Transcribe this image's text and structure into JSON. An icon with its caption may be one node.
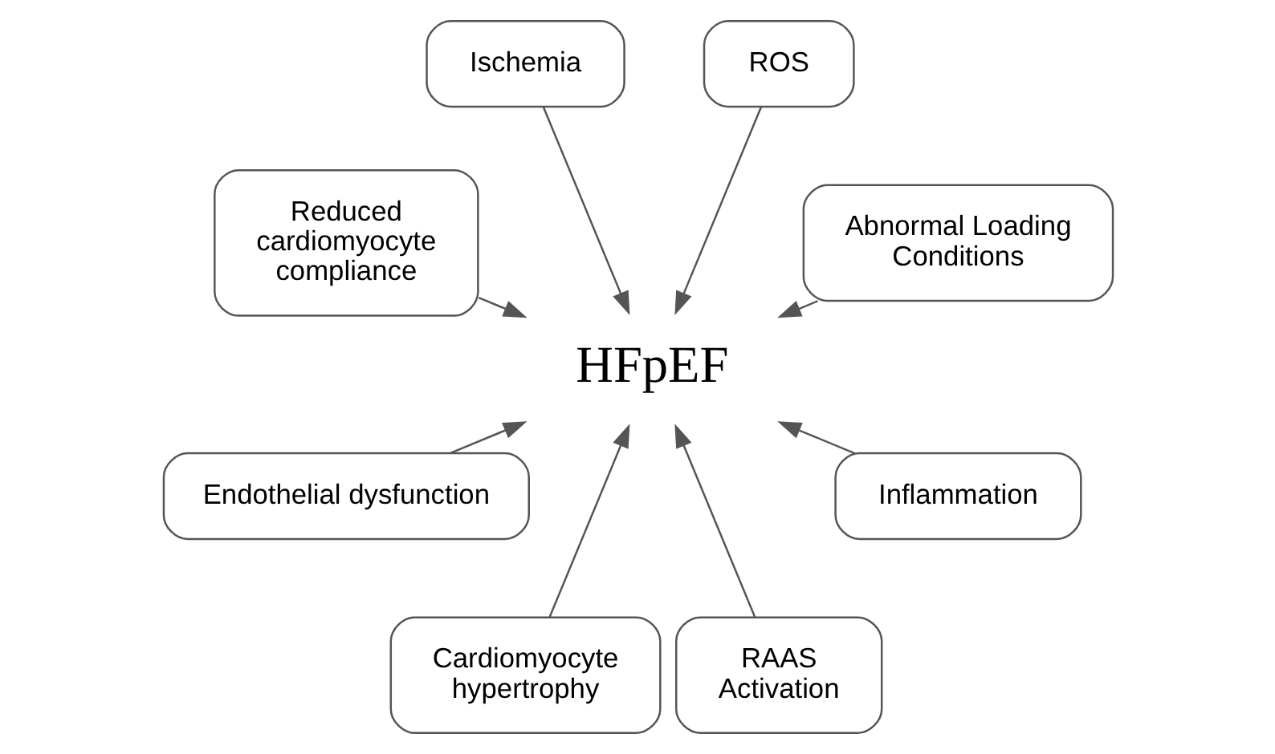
{
  "diagram": {
    "nodes": [
      {
        "text": [
          "Abnormal Loading Conditions"
        ]
      },
      {
        "text": [
          "ROS"
        ]
      },
      {
        "text": [
          "Ischemia"
        ]
      },
      {
        "text": [
          "Reduced cardiomyocyte compliance"
        ]
      },
      {
        "text": [
          "HFpEF"
        ]
      },
      {
        "text": [
          "Endothelial dysfunction"
        ]
      },
      {
        "text": [
          "Cardiomyocyte hypertrophy"
        ]
      },
      {
        "text": [
          "RAAS Activation"
        ]
      },
      {
        "text": [
          "Inflammation"
        ]
      }
    ],
    "edges": [
      {
        "from": 0,
        "to": 4,
        "arrow": "to"
      },
      {
        "from": 1,
        "to": 4,
        "arrow": "to"
      },
      {
        "from": 2,
        "to": 4,
        "arrow": "to"
      },
      {
        "from": 3,
        "to": 4,
        "arrow": "to"
      },
      {
        "from": 5,
        "to": 4,
        "arrow": "to"
      },
      {
        "from": 6,
        "to": 4,
        "arrow": "to"
      },
      {
        "from": 7,
        "to": 4,
        "arrow": "to"
      },
      {
        "from": 8,
        "to": 4,
        "arrow": "to"
      }
    ]
  }
}
